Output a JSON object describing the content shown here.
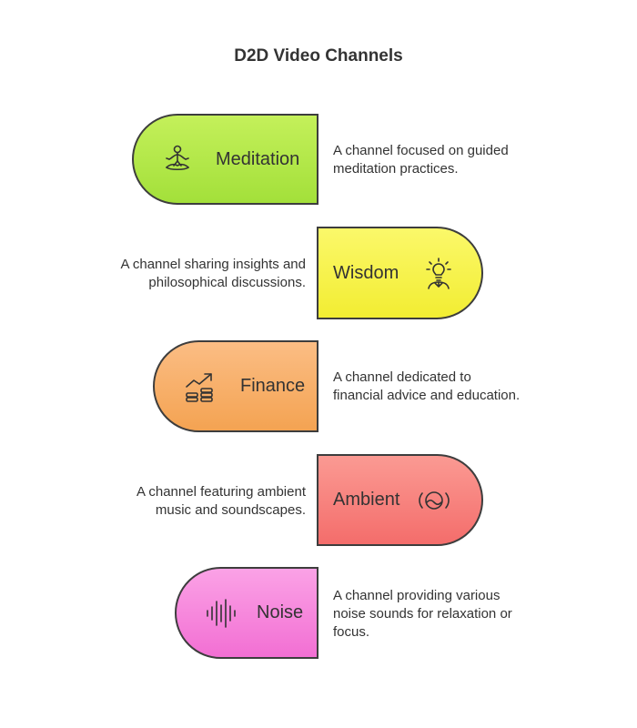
{
  "title": "D2D Video Channels",
  "channels": [
    {
      "label": "Meditation",
      "icon": "meditation-icon",
      "description_line1": "A channel focused on guided",
      "description_line2": "meditation practices.",
      "color_top": "#c4f05a",
      "color_bottom": "#a3e03a"
    },
    {
      "label": "Wisdom",
      "icon": "lightbulb-person-icon",
      "description_line1": "A channel sharing insights and",
      "description_line2": "philosophical discussions.",
      "color_top": "#fbf86a",
      "color_bottom": "#f2ed32"
    },
    {
      "label": "Finance",
      "icon": "growth-coins-icon",
      "description_line1": "A channel dedicated to",
      "description_line2": "financial advice and education.",
      "color_top": "#fbbd84",
      "color_bottom": "#f4a352"
    },
    {
      "label": "Ambient",
      "icon": "ambient-sound-icon",
      "description_line1": "A channel featuring ambient",
      "description_line2": "music and soundscapes.",
      "color_top": "#fb9a93",
      "color_bottom": "#f46d6b"
    },
    {
      "label": "Noise",
      "icon": "sound-wave-icon",
      "description_line1": "A channel providing various",
      "description_line2": "noise sounds for relaxation or",
      "description_line3": "focus.",
      "color_top": "#fba2e6",
      "color_bottom": "#f26fd3"
    }
  ]
}
